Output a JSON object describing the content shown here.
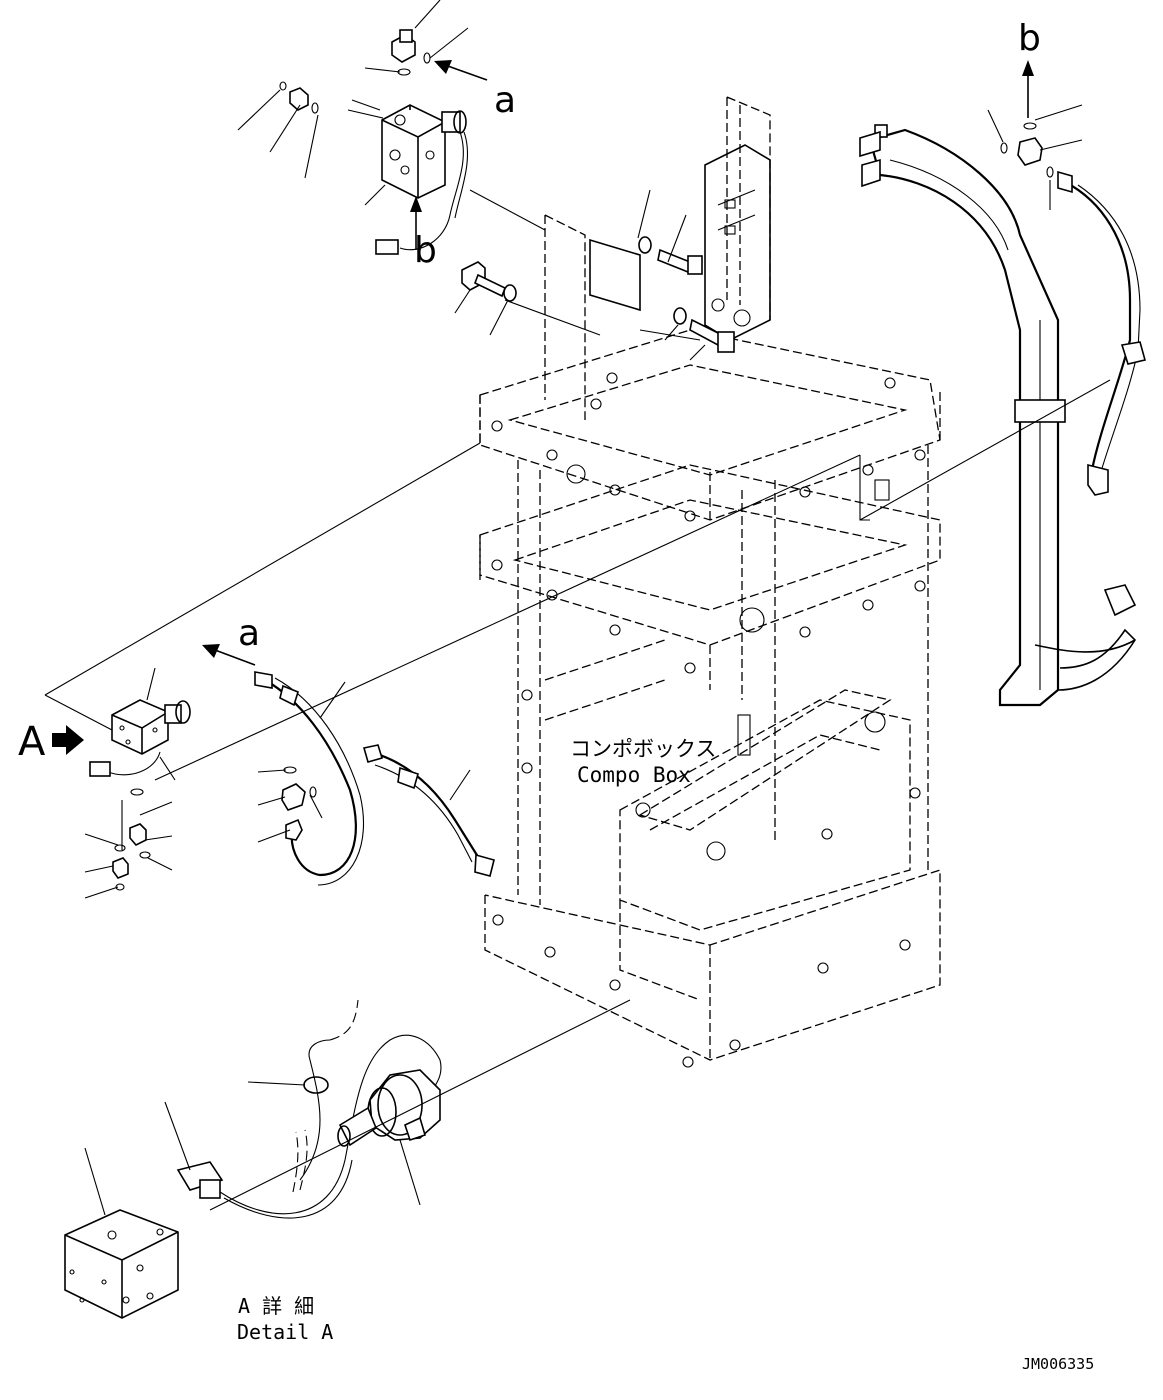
{
  "labels": {
    "arrow_a_top": "a",
    "arrow_a_left": "a",
    "arrow_b_top": "b",
    "arrow_b_valve": "b",
    "view_arrow": "A",
    "compo_box_jp": "コンポボックス",
    "compo_box_en": "Compo Box",
    "detail_jp": "A 詳 細",
    "detail_en": "Detail A",
    "drawing_code": "JM006335"
  }
}
